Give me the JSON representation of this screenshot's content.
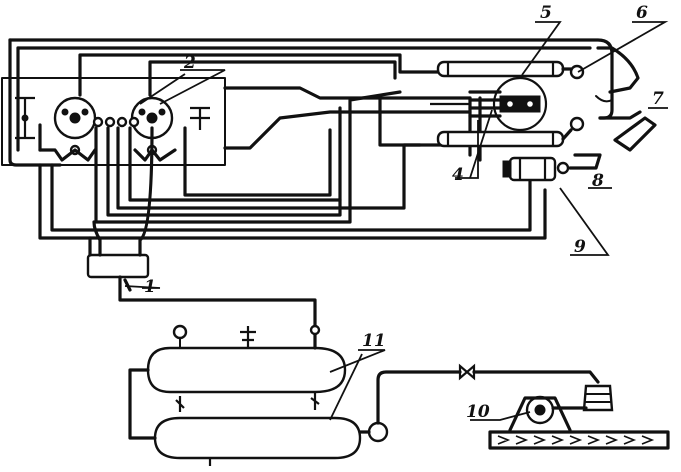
{
  "callouts": [
    {
      "id": "1",
      "text": "1"
    },
    {
      "id": "2",
      "text": "2"
    },
    {
      "id": "4",
      "text": "4"
    },
    {
      "id": "5",
      "text": "5"
    },
    {
      "id": "6",
      "text": "6"
    },
    {
      "id": "7",
      "text": "7"
    },
    {
      "id": "8",
      "text": "8"
    },
    {
      "id": "9",
      "text": "9"
    },
    {
      "id": "10",
      "text": "10"
    },
    {
      "id": "11",
      "text": "11"
    }
  ]
}
